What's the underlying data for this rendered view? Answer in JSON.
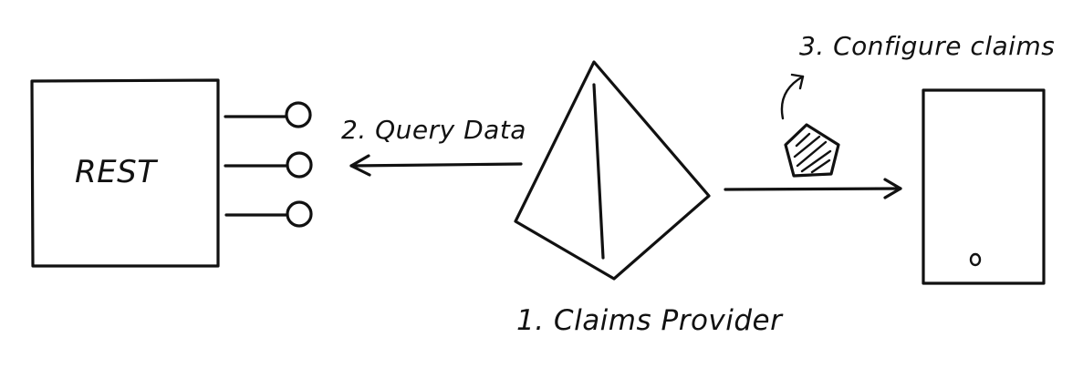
{
  "diagram": {
    "rest_label": "REST",
    "query_label": "2. Query Data",
    "provider_label": "1. Claims Provider",
    "configure_label": "3. Configure claims"
  },
  "icons": {
    "rest_box": "square-box",
    "connectors": "lollipop-connector-icon",
    "provider": "pyramid-icon",
    "claim_token": "pentagon-icon",
    "device": "phone-icon"
  },
  "colors": {
    "ink": "#111111",
    "background": "#ffffff"
  }
}
